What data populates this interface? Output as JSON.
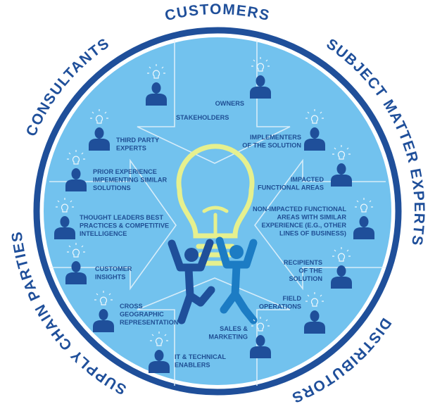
{
  "diagram": {
    "ring_labels": {
      "customers": "CUSTOMERS",
      "consultants": "CONSULTANTS",
      "subject_matter_experts": "SUBJECT MATTER EXPERTS",
      "distributors": "DISTRIBUTORS",
      "supply_chain_parties": "SUPPLY CHAIN PARTIES"
    },
    "stakeholder_groups": [
      {
        "id": "stakeholders",
        "lines": [
          "STAKEHOLDERS"
        ]
      },
      {
        "id": "owners",
        "lines": [
          "OWNERS"
        ]
      },
      {
        "id": "third-party-experts",
        "lines": [
          "THIRD PARTY",
          "EXPERTS"
        ]
      },
      {
        "id": "implementers",
        "lines": [
          "IMPLEMENTERS",
          "OF THE SOLUTION"
        ]
      },
      {
        "id": "prior-experience",
        "lines": [
          "PRIOR EXPERIENCE",
          "IMPEMENTING SIMILAR",
          "SOLUTIONS"
        ]
      },
      {
        "id": "impacted-functional-areas",
        "lines": [
          "IMPACTED",
          "FUNCTIONAL AREAS"
        ]
      },
      {
        "id": "thought-leaders",
        "lines": [
          "THOUGHT LEADERS BEST",
          "PRACTICES & COMPETITIVE",
          "INTELLIGENCE"
        ]
      },
      {
        "id": "non-impacted-areas",
        "lines": [
          "NON-IMPACTED FUNCTIONAL",
          "AREAS WITH SIMILAR",
          "EXPERIENCE (E.G., OTHER",
          "LINES OF BUSINESS)"
        ]
      },
      {
        "id": "customer-insights",
        "lines": [
          "CUSTOMER",
          "INSIGHTS"
        ]
      },
      {
        "id": "recipients",
        "lines": [
          "RECIPIENTS",
          "OF THE",
          "SOLUTION"
        ]
      },
      {
        "id": "cross-geographic",
        "lines": [
          "CROSS",
          "GEOGRAPHIC",
          "REPRESENTATION"
        ]
      },
      {
        "id": "field-operations",
        "lines": [
          "FIELD",
          "OPERATIONS"
        ]
      },
      {
        "id": "sales-marketing",
        "lines": [
          "SALES &",
          "MARKETING"
        ]
      },
      {
        "id": "it-technical",
        "lines": [
          "IT & TECHNICAL",
          "ENABLERS"
        ]
      }
    ],
    "icons": {
      "person": "person-icon",
      "idea": "lightbulb-icon",
      "team": "celebrating-people-icon"
    },
    "colors": {
      "navy": "#1f4f9a",
      "disc": "#72c2ee",
      "bulb": "#e6f08e",
      "person_light": "#1c7cc4",
      "label": "#1f4f94"
    }
  }
}
